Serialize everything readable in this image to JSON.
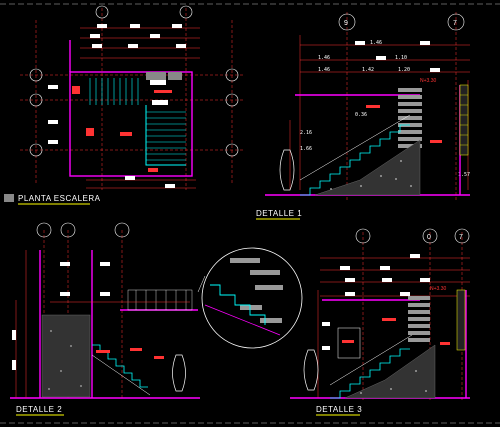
{
  "titles": {
    "planta": "PLANTA ESCALERA",
    "detalle1": "DETALLE 1",
    "detalle2": "DETALLE 2",
    "detalle3": "DETALLE 3"
  },
  "axes": {
    "d1_left": "9",
    "d1_right": "7",
    "d3_left": "0",
    "d3_right": "7"
  },
  "levels": {
    "d1_top": "N+3.30",
    "d3_top": "N+3.30"
  },
  "dims": {
    "d1_a": "1.46",
    "d1_b": "1.10",
    "d1_c": "1.46",
    "d1_d": "1.42",
    "d1_e": "1.20",
    "d1_f": "0.36",
    "d1_g": "2.16",
    "d1_h": "1.66",
    "d1_i": "1.57"
  },
  "colors": {
    "background": "#000000",
    "wall": "#ff00ff",
    "dimension": "#ff3333",
    "stair": "#00ffff",
    "text": "#ffffff",
    "hatch": "#bbbbbb",
    "accent": "#ffff00"
  }
}
